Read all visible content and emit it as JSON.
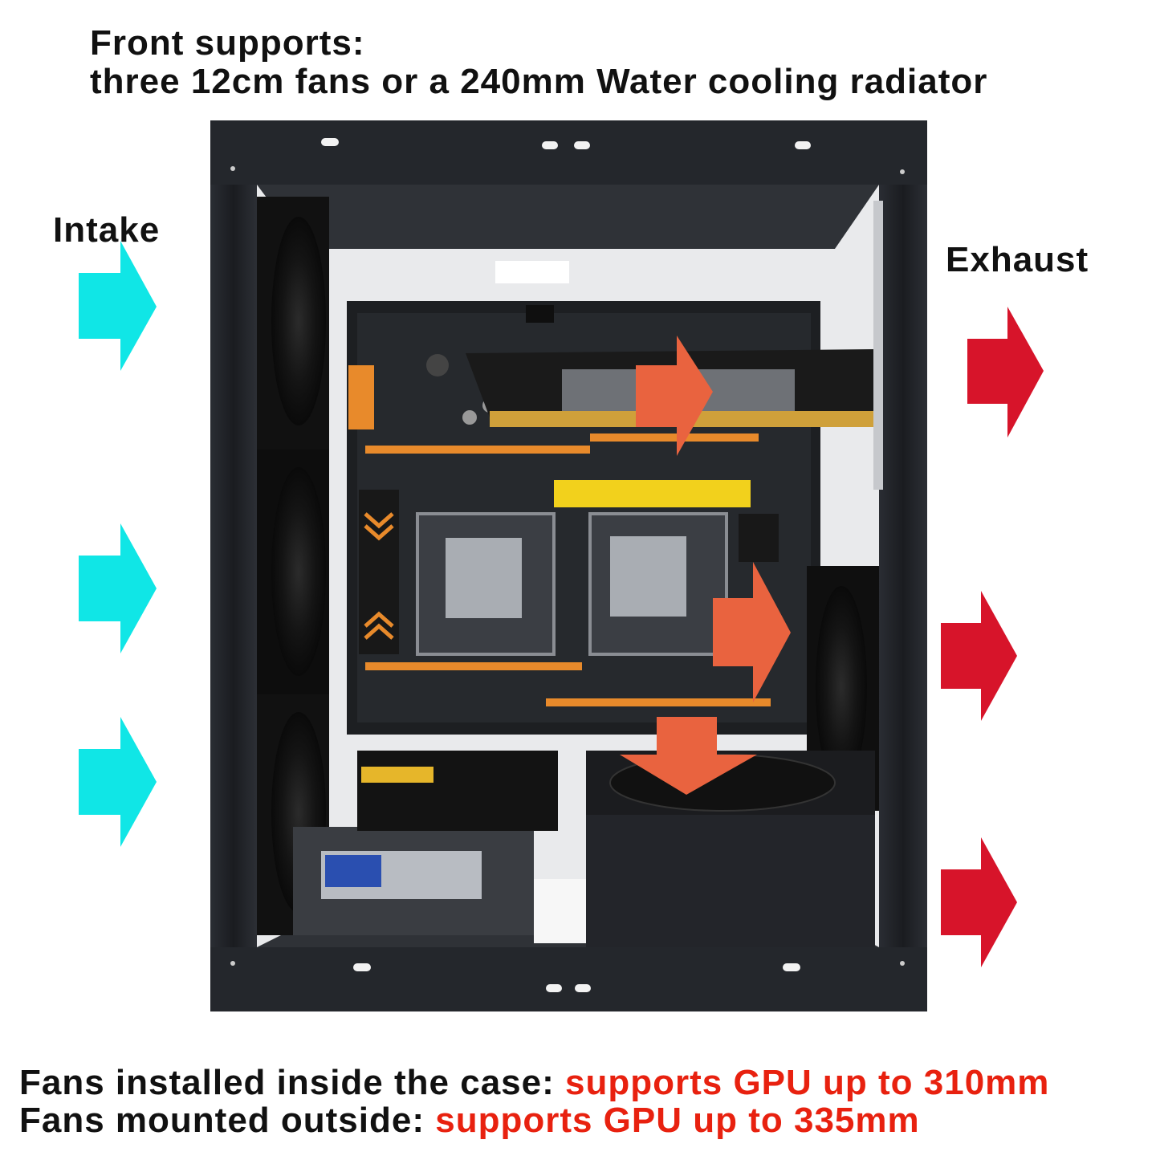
{
  "header": {
    "line1": "Front supports:",
    "line2": "three 12cm fans or a 240mm Water cooling radiator"
  },
  "labels": {
    "intake": "Intake",
    "exhaust": "Exhaust"
  },
  "footer": {
    "line1_prefix": "Fans installed inside the case: ",
    "line1_highlight": "supports GPU up to 310mm",
    "line2_prefix": "Fans mounted outside: ",
    "line2_highlight": "supports GPU up to 335mm"
  },
  "colors": {
    "intake_arrow": "#10e6e6",
    "exhaust_arrow": "#d7142a",
    "airflow_arrow": "#e9633f",
    "highlight_text": "#e8210f",
    "case_frame": "#1c1e22"
  },
  "icons": {
    "intake": "cyan-arrow-right-icon",
    "exhaust": "red-arrow-right-icon",
    "airflow": "orange-arrow-icon"
  }
}
